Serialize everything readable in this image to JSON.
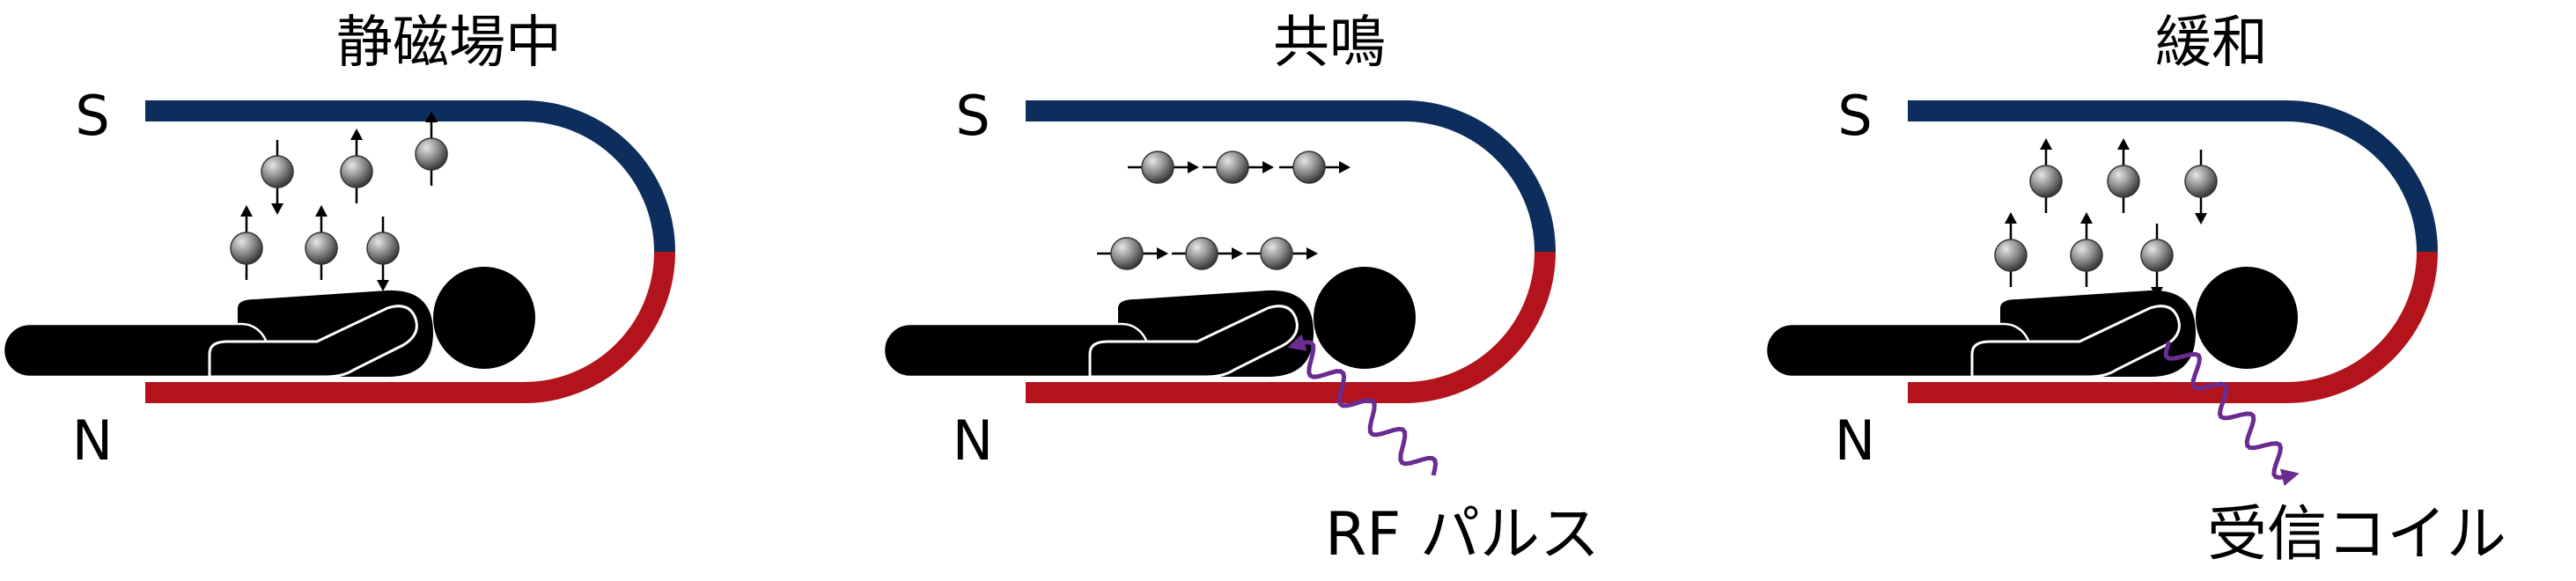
{
  "panels": [
    {
      "title": "静磁場中",
      "pole_top": "S",
      "pole_bottom": "N",
      "spin_state": "aligned",
      "signal": "none",
      "caption": ""
    },
    {
      "title": "共鳴",
      "pole_top": "S",
      "pole_bottom": "N",
      "spin_state": "resonant",
      "signal": "incoming",
      "caption": "RF パルス"
    },
    {
      "title": "緩和",
      "pole_top": "S",
      "pole_bottom": "N",
      "spin_state": "relaxing",
      "signal": "outgoing",
      "caption": "受信コイル"
    }
  ],
  "colors": {
    "magnet_s": "#0d2e5c",
    "magnet_n": "#b3141b",
    "body": "#000000",
    "spin_ball": "#8a8a8a",
    "wave": "#6a2c91"
  }
}
